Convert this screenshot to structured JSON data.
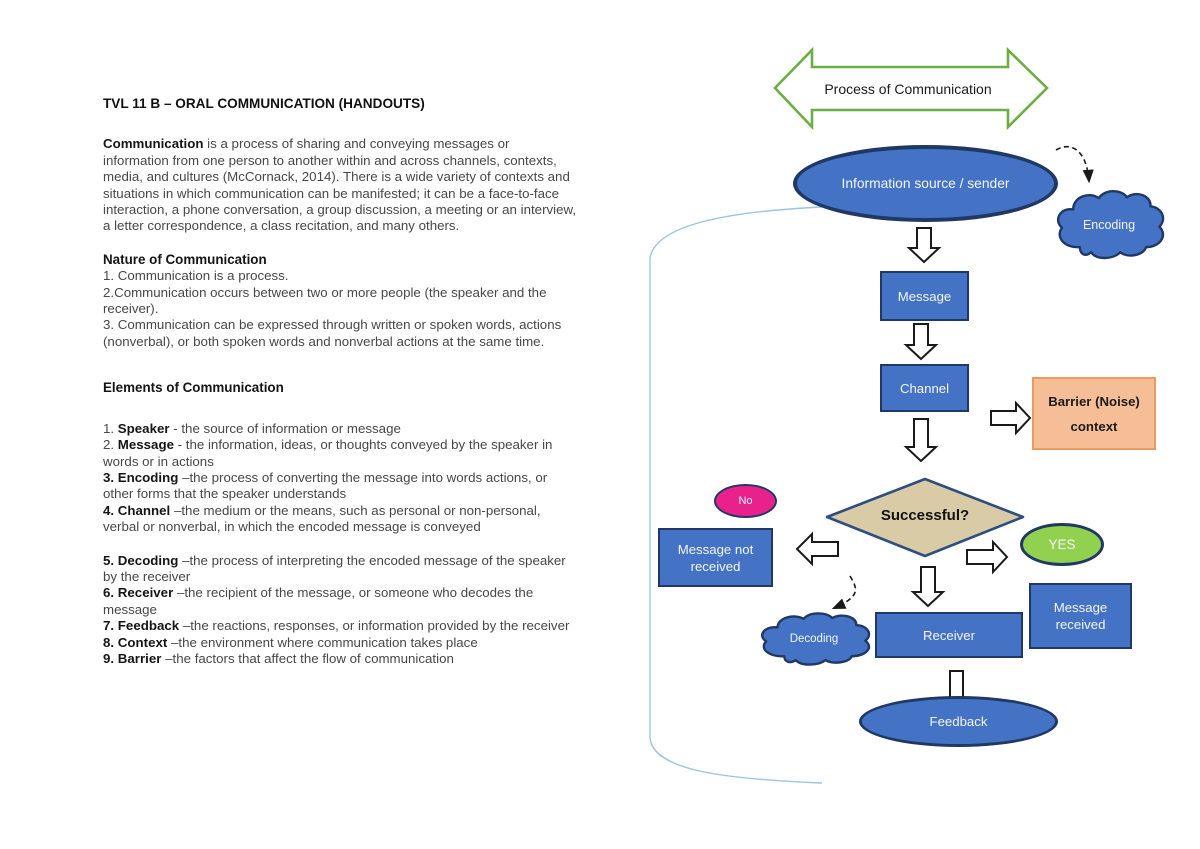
{
  "document": {
    "title": "TVL 11 B – ORAL COMMUNICATION (HANDOUTS)",
    "intro": {
      "lead": "Communication",
      "body": " is a process of sharing and conveying messages or information from one person to another within and across channels, contexts, media, and cultures (McCornack, 2014). There is a wide variety of contexts and situations in which communication can be manifested; it can be a face-to-face interaction, a phone conversation, a group discussion, a meeting or an interview, a letter correspondence, a class recitation, and many others."
    },
    "nature": {
      "heading": "Nature of Communication",
      "items": [
        "1. Communication is a process.",
        "2.Communication occurs between two or more people (the speaker and the receiver).",
        "3. Communication can be expressed through written or spoken words, actions (nonverbal), or both spoken words and nonverbal actions at the same time."
      ]
    },
    "elements": {
      "heading": "Elements of Communication",
      "items": [
        {
          "num": "1. ",
          "term": "Speaker",
          "desc": " - the source of information or message"
        },
        {
          "num": "2. ",
          "term": "Message",
          "desc": " - the information, ideas, or thoughts conveyed by the speaker in words or in actions"
        },
        {
          "num": "3. ",
          "term": "Encoding",
          "desc": " –the process of converting the message into words actions, or other forms that the speaker understands"
        },
        {
          "num": "4. ",
          "term": "Channel",
          "desc": " –the medium or the means, such as personal or non-personal, verbal or nonverbal, in which the encoded message is conveyed"
        },
        {
          "num": "5. ",
          "term": "Decoding",
          "desc": " –the process of interpreting the encoded message of the speaker by the receiver"
        },
        {
          "num": "6. ",
          "term": "Receiver",
          "desc": " –the recipient of the message, or someone who decodes the message"
        },
        {
          "num": "7. ",
          "term": "Feedback",
          "desc": " –the reactions, responses, or information provided by the receiver"
        },
        {
          "num": "8. ",
          "term": "Context",
          "desc": " –the environment where communication takes place"
        },
        {
          "num": "9. ",
          "term": "Barrier",
          "desc": " –the factors that affect the flow of communication"
        }
      ]
    }
  },
  "diagram": {
    "banner": "Process of Communication",
    "nodes": {
      "sender": "Information source / sender",
      "encoding": "Encoding",
      "message": "Message",
      "channel": "Channel",
      "barrier_line1": "Barrier (Noise)",
      "barrier_line2": "context",
      "successful": "Successful?",
      "no": "No",
      "yes": "YES",
      "message_not_received": "Message not received",
      "message_received": "Message received",
      "decoding": "Decoding",
      "receiver": "Receiver",
      "feedback": "Feedback"
    },
    "colors": {
      "node_blue": "#4472C4",
      "node_border": "#203864",
      "pink": "#E9218C",
      "green": "#92D050",
      "diamond_fill": "#D9CBA6",
      "diamond_border": "#2E4D80",
      "barrier_fill": "#F6BE97",
      "barrier_border": "#EC9A5E",
      "banner_green": "#6CAE45",
      "arc_blue": "#9CC3E5"
    }
  }
}
